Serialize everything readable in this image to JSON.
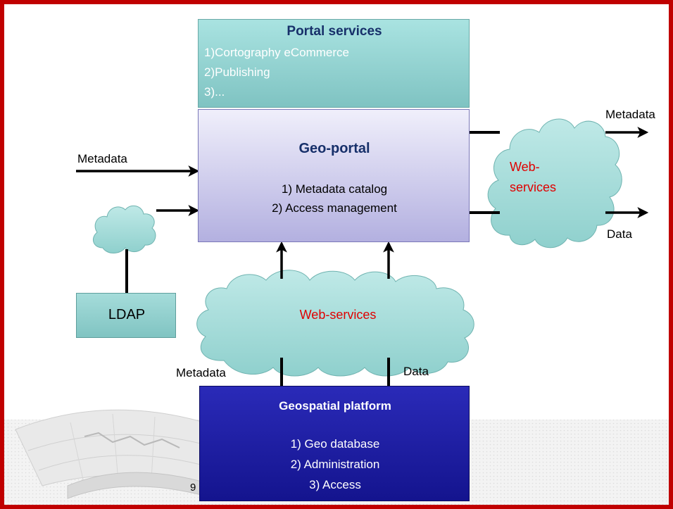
{
  "portal_services": {
    "title": "Portal services",
    "items": [
      "1)Cortography eCommerce",
      "2)Publishing",
      "3)..."
    ]
  },
  "geo_portal": {
    "title": "Geo-portal",
    "items": [
      "1) Metadata catalog",
      "2) Access management"
    ]
  },
  "geospatial_platform": {
    "title": "Geospatial platform",
    "items": [
      "1) Geo database",
      "2) Administration",
      "3) Access"
    ]
  },
  "ldap": {
    "label": "LDAP"
  },
  "web_services_bottom": {
    "label": "Web-services"
  },
  "web_services_right": {
    "label_line1": "Web-",
    "label_line2": "services"
  },
  "arrow_labels": {
    "metadata_in": "Metadata",
    "metadata_out": "Metadata",
    "data_out": "Data",
    "metadata_up": "Metadata",
    "data_up": "Data"
  },
  "page_number": "9",
  "colors": {
    "frame_red": "#c00000",
    "portal_teal": "#8fcfcf",
    "geo_portal_lavender": "#c9c8ea",
    "platform_blue": "#1c1ca8",
    "cloud_cyan": "#a9dedc",
    "web_services_red": "#e00000",
    "title_navy": "#17306a"
  }
}
